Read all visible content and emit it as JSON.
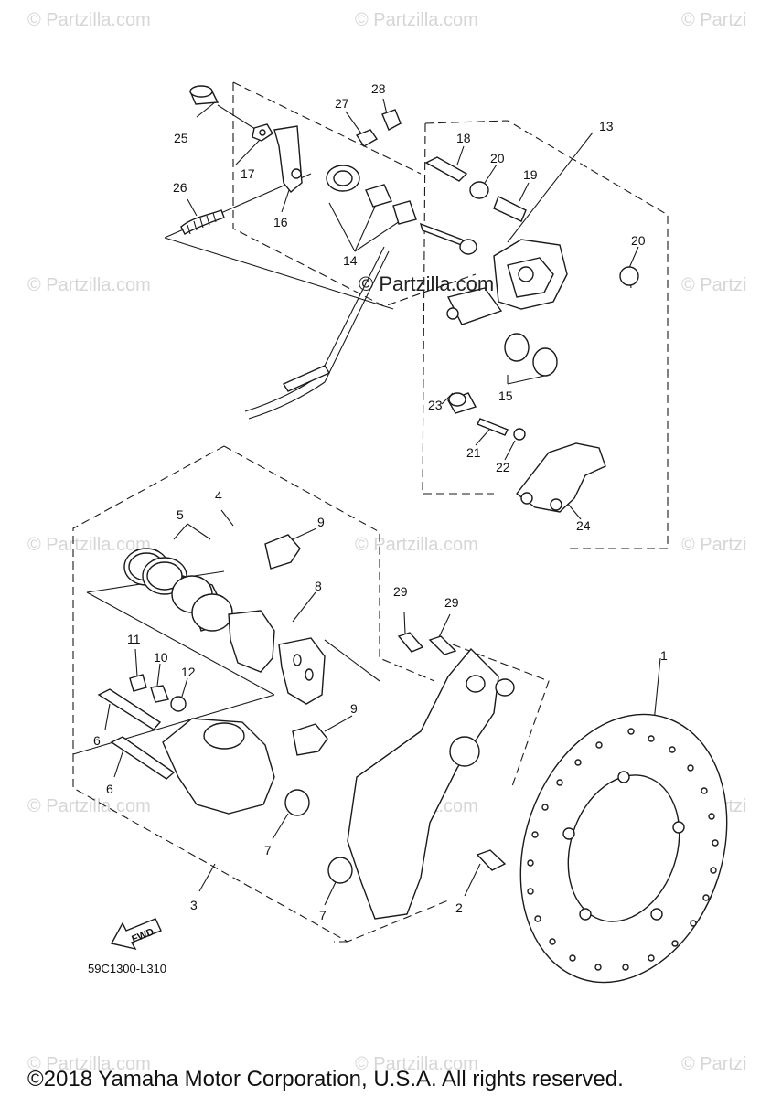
{
  "watermark": {
    "text": "© Partzilla.com",
    "partial_text": "© Partzi"
  },
  "diagram_code": "59C1300-L310",
  "fwd_label": "FWD",
  "copyright": "©2018 Yamaha Motor Corporation, U.S.A. All rights reserved.",
  "callouts": {
    "c1": "1",
    "c2": "2",
    "c3": "3",
    "c4": "4",
    "c5": "5",
    "c6a": "6",
    "c6b": "6",
    "c7a": "7",
    "c7b": "7",
    "c8": "8",
    "c9a": "9",
    "c9b": "9",
    "c10": "10",
    "c11": "11",
    "c12": "12",
    "c13": "13",
    "c14": "14",
    "c15": "15",
    "c16": "16",
    "c17": "17",
    "c18": "18",
    "c19": "19",
    "c20a": "20",
    "c20b": "20",
    "c21": "21",
    "c22": "22",
    "c23": "23",
    "c24": "24",
    "c25": "25",
    "c26": "26",
    "c27": "27",
    "c28": "28",
    "c29a": "29",
    "c29b": "29"
  }
}
